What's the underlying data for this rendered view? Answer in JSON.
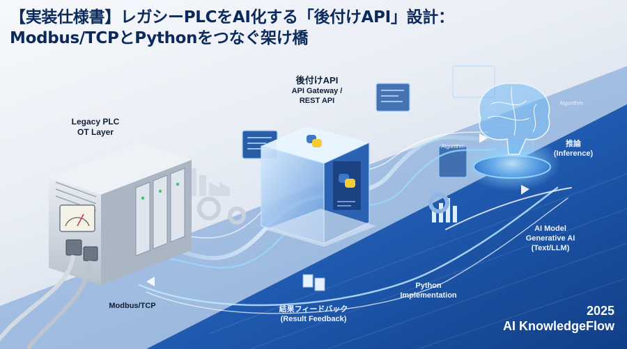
{
  "title": {
    "line1": "【実装仕様書】レガシーPLCをAI化する「後付けAPI」設計：",
    "line2": "Modbus/TCPとPythonをつなぐ架け橋"
  },
  "labels": {
    "plc_line1": "Legacy PLC",
    "plc_line2": "OT Layer",
    "api_jp": "後付けAPI",
    "api_line1": "API Gateway /",
    "api_line2": "REST API",
    "algorithm": "Algorithm",
    "inference_jp": "推論",
    "inference_en": "(Inference)",
    "ai_model_line1": "AI Model",
    "ai_model_line2": "Generative AI",
    "ai_model_line3": "(Text/LLM)",
    "python_line1": "Python",
    "python_line2": "Implementation",
    "feedback_jp": "結果フィードバック",
    "feedback_en": "(Result Feedback)",
    "protocol": "Modbus/TCP"
  },
  "footer": {
    "year": "2025",
    "brand": "AI KnowledgeFlow"
  },
  "colors": {
    "title": "#0b2a5b",
    "panel_blue": "#1d4f9b",
    "glow": "#8fd3ff"
  }
}
